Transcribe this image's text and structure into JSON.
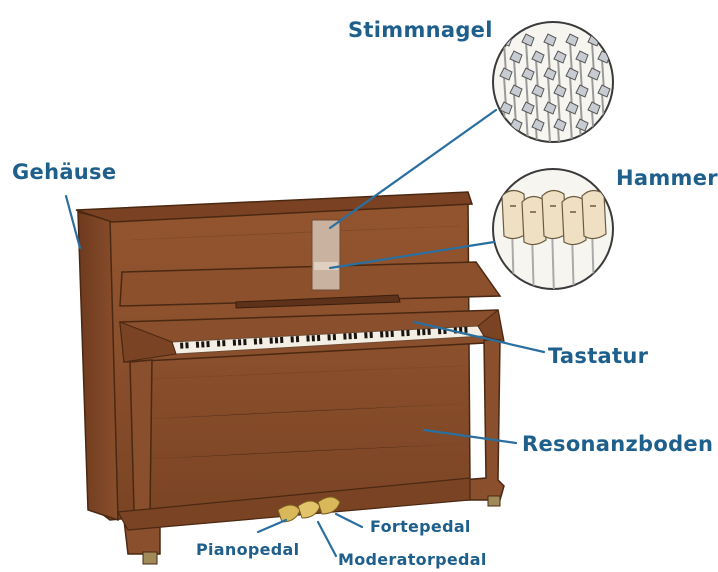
{
  "labels": {
    "stimmnagel": "Stimmnagel",
    "gehaeuse": "Gehäuse",
    "hammer": "Hammer",
    "tastatur": "Tastatur",
    "resonanzboden": "Resonanzboden",
    "fortepedal": "Fortepedal",
    "pianopedal": "Pianopedal",
    "moderatorpedal": "Moderatorpedal"
  },
  "colors": {
    "label_text": "#1e5f8c",
    "leader_line": "#2a6fa0",
    "piano_wood": "#8a4f2c",
    "piano_wood_dark": "#5e321a",
    "pedal_gold": "#d8b85a",
    "inset_fill": "#f7f5f0"
  }
}
